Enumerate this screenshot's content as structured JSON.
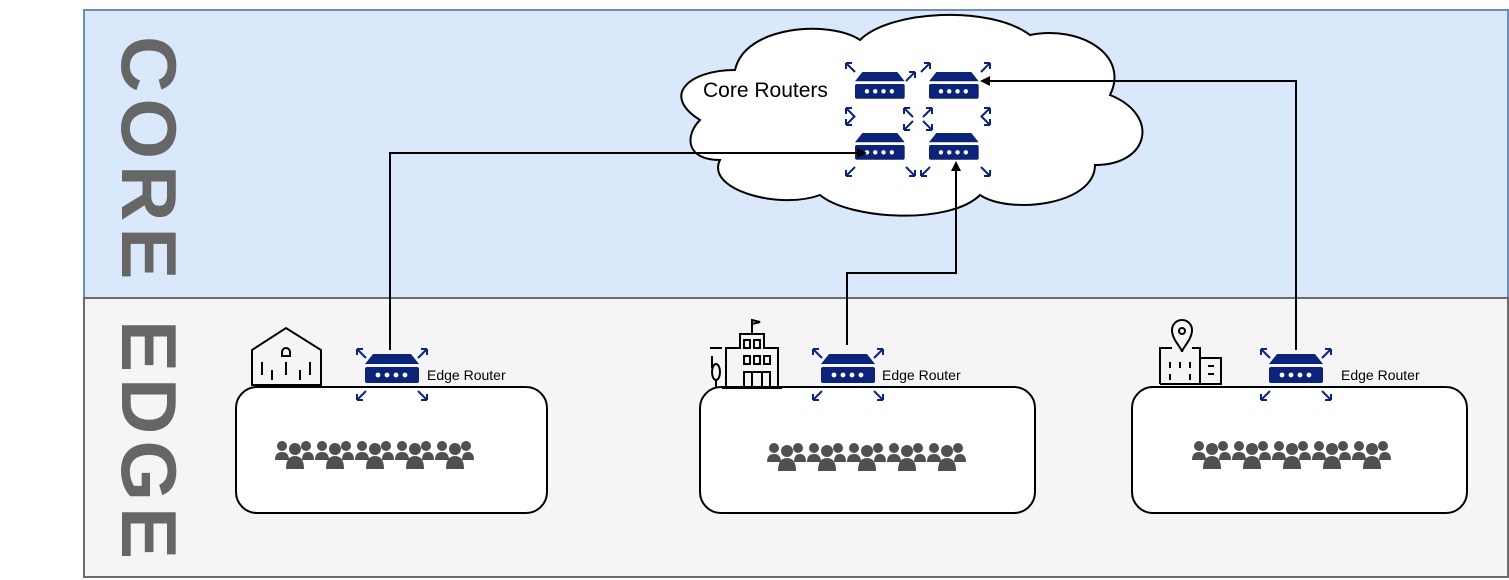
{
  "layers": {
    "core": {
      "label": "CORE"
    },
    "edge": {
      "label": "EDGE"
    }
  },
  "cloud": {
    "label": "Core Routers",
    "router_count": 4
  },
  "sites": [
    {
      "building_icon": "house-building-icon",
      "router_label": "Edge Router",
      "user_icon": "user-group-icon"
    },
    {
      "building_icon": "school-building-icon",
      "router_label": "Edge Router",
      "user_icon": "user-group-icon"
    },
    {
      "building_icon": "office-location-icon",
      "router_label": "Edge Router",
      "user_icon": "user-group-icon"
    }
  ],
  "colors": {
    "core_fill": "#dae8fc",
    "core_border": "#6c8ebf",
    "edge_fill": "#f5f5f5",
    "router": "#0c237a",
    "users": "#505050"
  }
}
